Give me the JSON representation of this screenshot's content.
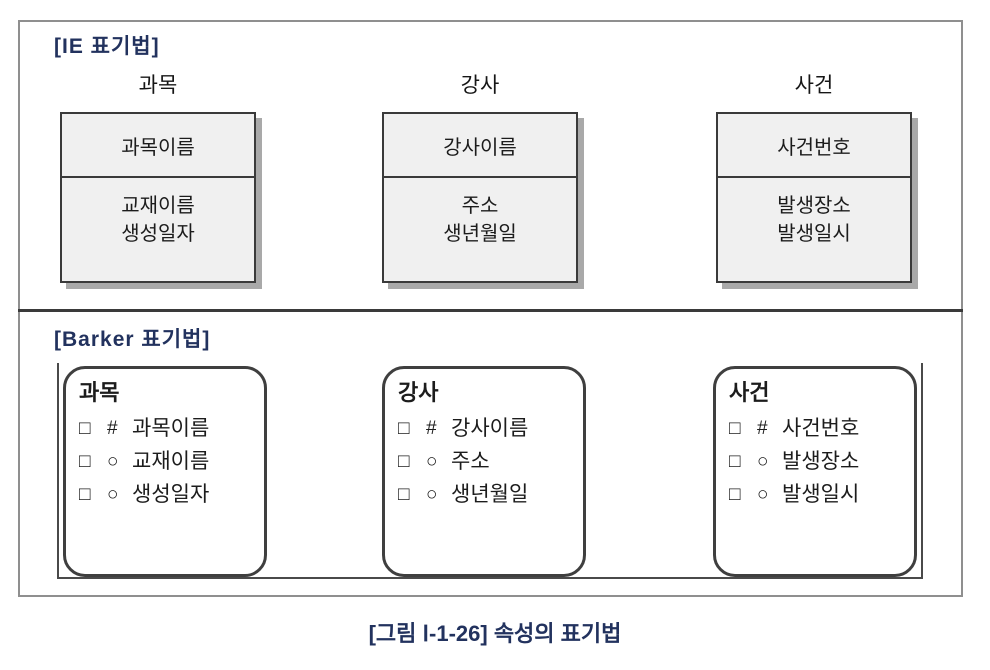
{
  "figure": {
    "caption": "[그림 Ⅰ-1-26] 속성의 표기법"
  },
  "ie_section": {
    "label": "[IE 표기법]",
    "entities": [
      {
        "name": "과목",
        "key": "과목이름",
        "attributes": [
          "교재이름",
          "생성일자"
        ]
      },
      {
        "name": "강사",
        "key": "강사이름",
        "attributes": [
          "주소",
          "생년월일"
        ]
      },
      {
        "name": "사건",
        "key": "사건번호",
        "attributes": [
          "발생장소",
          "발생일시"
        ]
      }
    ]
  },
  "barker_section": {
    "label": "[Barker 표기법]",
    "entities": [
      {
        "name": "과목",
        "items": [
          {
            "box": "□",
            "marker": "#",
            "label": "과목이름"
          },
          {
            "box": "□",
            "marker": "○",
            "label": "교재이름"
          },
          {
            "box": "□",
            "marker": "○",
            "label": "생성일자"
          }
        ]
      },
      {
        "name": "강사",
        "items": [
          {
            "box": "□",
            "marker": "#",
            "label": "강사이름"
          },
          {
            "box": "□",
            "marker": "○",
            "label": "주소"
          },
          {
            "box": "□",
            "marker": "○",
            "label": "생년월일"
          }
        ]
      },
      {
        "name": "사건",
        "items": [
          {
            "box": "□",
            "marker": "#",
            "label": "사건번호"
          },
          {
            "box": "□",
            "marker": "○",
            "label": "발생장소"
          },
          {
            "box": "□",
            "marker": "○",
            "label": "발생일시"
          }
        ]
      }
    ]
  },
  "colors": {
    "label_navy": "#22325e",
    "entity_fill": "#f0f0f0",
    "line_dark": "#3a3a3a",
    "frame_gray": "#8f8f8f",
    "shadow_gray": "#a9a9a9"
  }
}
